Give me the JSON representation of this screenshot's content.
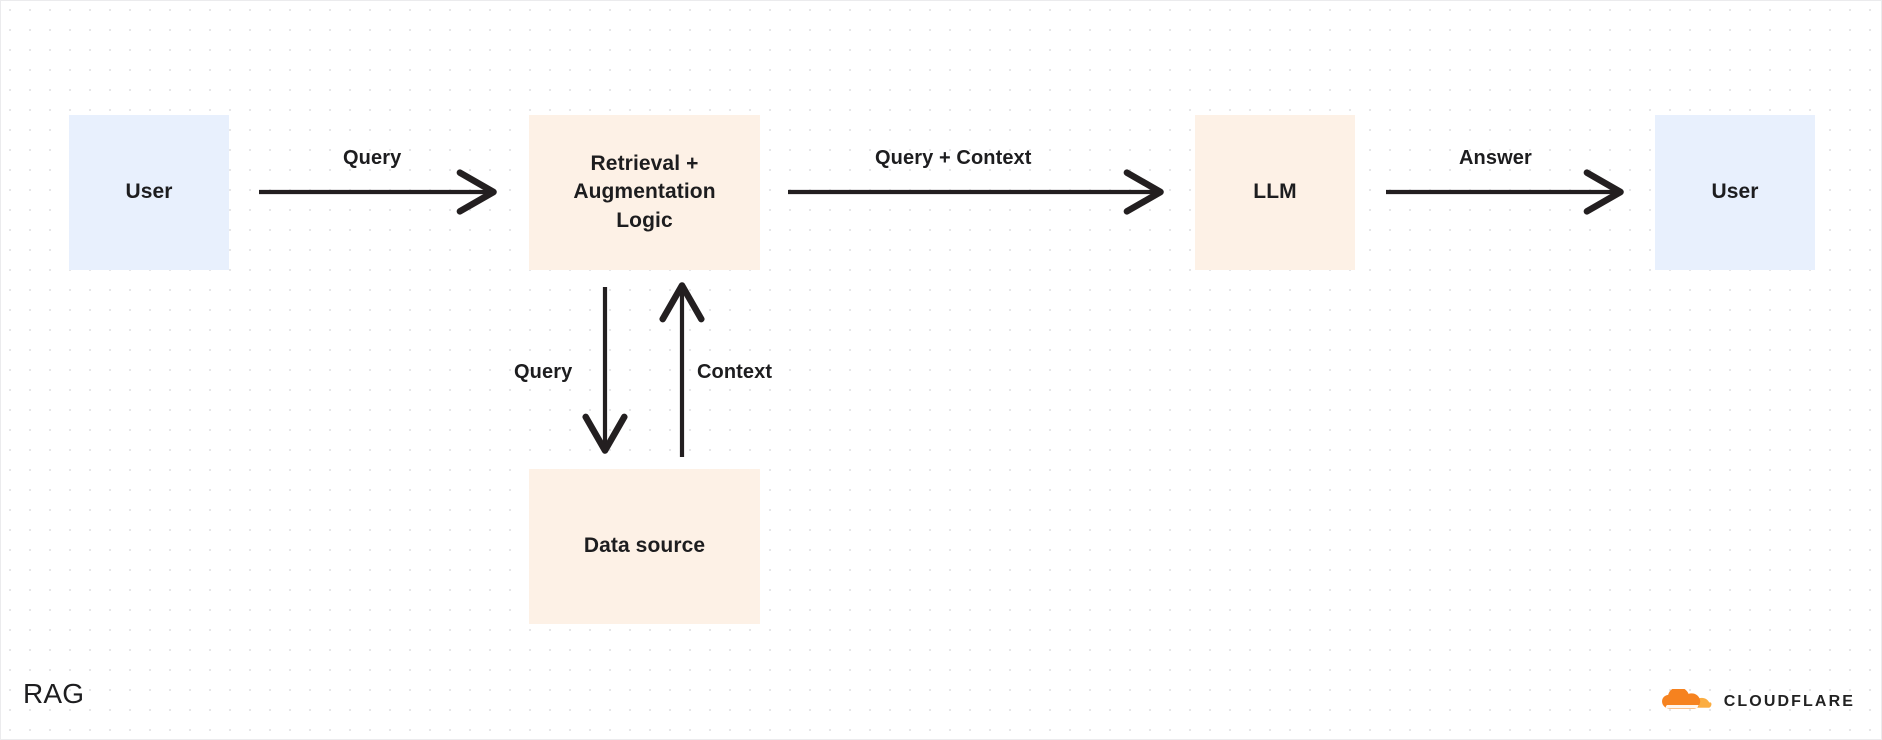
{
  "diagram": {
    "title": "RAG",
    "type": "flow-diagram",
    "nodes": [
      {
        "id": "user-left",
        "label": "User",
        "style": "user"
      },
      {
        "id": "retrieval",
        "label": "Retrieval + Augmentation Logic",
        "style": "accent",
        "lines": [
          "Retrieval +",
          "Augmentation",
          "Logic"
        ]
      },
      {
        "id": "llm",
        "label": "LLM",
        "style": "accent"
      },
      {
        "id": "user-right",
        "label": "User",
        "style": "user"
      },
      {
        "id": "datasource",
        "label": "Data source",
        "style": "accent"
      }
    ],
    "edges": [
      {
        "id": "e1",
        "from": "user-left",
        "to": "retrieval",
        "label": "Query",
        "direction": "right"
      },
      {
        "id": "e2",
        "from": "retrieval",
        "to": "llm",
        "label": "Query + Context",
        "direction": "right"
      },
      {
        "id": "e3",
        "from": "llm",
        "to": "user-right",
        "label": "Answer",
        "direction": "right"
      },
      {
        "id": "e4",
        "from": "retrieval",
        "to": "datasource",
        "label": "Query",
        "direction": "down"
      },
      {
        "id": "e5",
        "from": "datasource",
        "to": "retrieval",
        "label": "Context",
        "direction": "up"
      }
    ]
  },
  "branding": {
    "wordmark": "CLOUDFLARE",
    "logo_icon": "cloudflare-cloud-icon"
  },
  "colors": {
    "node_user_bg": "#e8f0fd",
    "node_accent_bg": "#fdf1e6",
    "arrow": "#231f20",
    "text": "#1d1d1f",
    "canvas_bg": "#ffffff",
    "grid_dot": "#e6e6e8",
    "brand_orange": "#f6821f",
    "brand_orange_light": "#fbad41"
  }
}
